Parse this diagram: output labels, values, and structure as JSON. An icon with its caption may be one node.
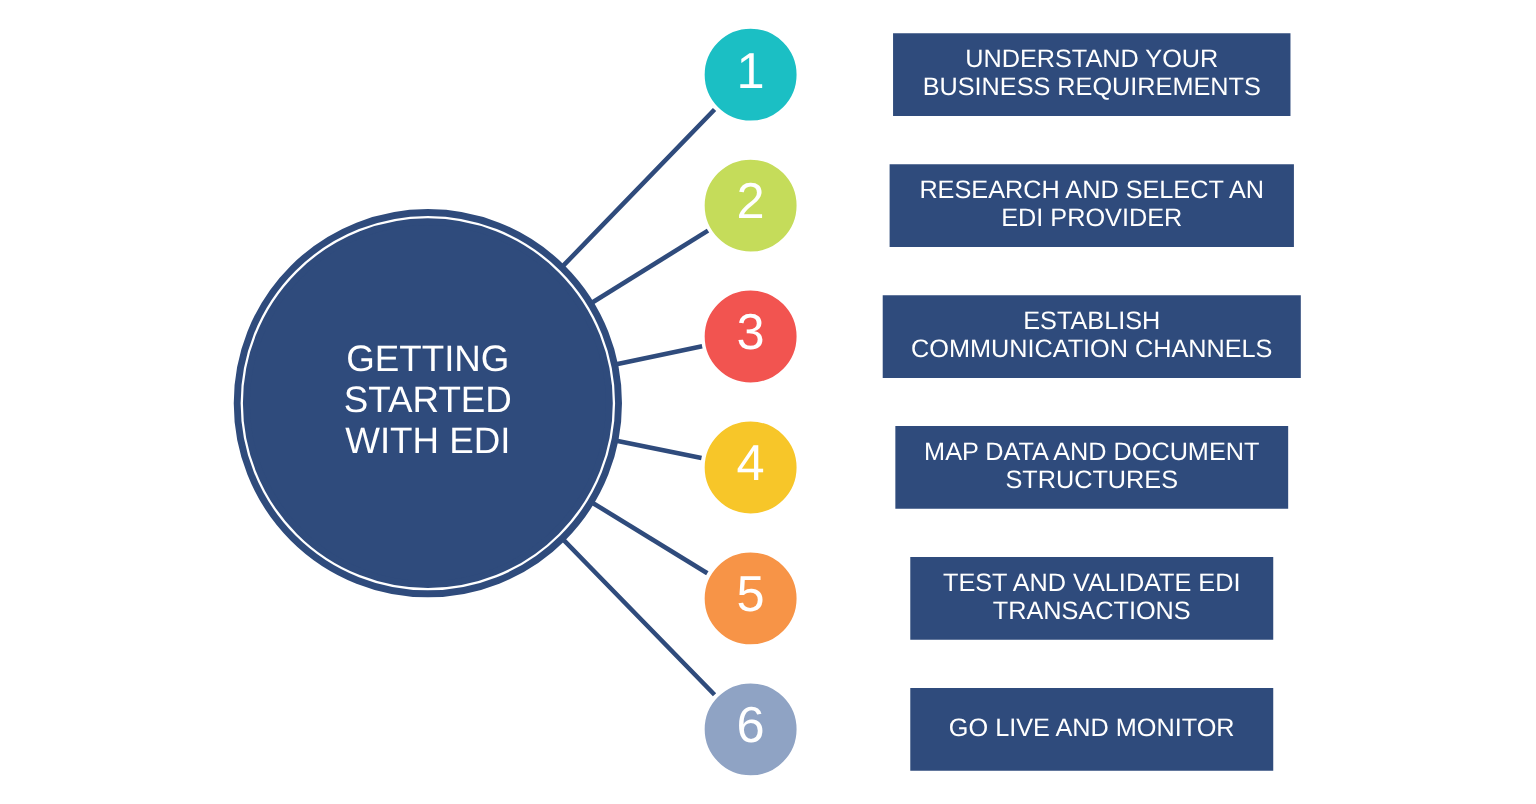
{
  "diagram": {
    "nodes": [
      {
        "text": [
          "GETTING STARTED WITH EDI"
        ]
      },
      {
        "text": [
          "1"
        ]
      },
      {
        "text": [
          "UNDERSTAND YOUR BUSINESS REQUIREMENTS"
        ]
      },
      {
        "text": [
          "2"
        ]
      },
      {
        "text": [
          "RESEARCH AND SELECT AN EDI PROVIDER"
        ]
      },
      {
        "text": [
          "3"
        ]
      },
      {
        "text": [
          "ESTABLISH COMMUNICATION CHANNELS"
        ]
      },
      {
        "text": [
          "4"
        ]
      },
      {
        "text": [
          "MAP DATA AND DOCUMENT STRUCTURES"
        ]
      },
      {
        "text": [
          "5"
        ]
      },
      {
        "text": [
          "TEST AND VALIDATE EDI TRANSACTIONS"
        ]
      },
      {
        "text": [
          "6"
        ]
      },
      {
        "text": [
          "GO LIVE AND MONITOR"
        ]
      }
    ],
    "edges": [
      {
        "from": 0,
        "to": 1,
        "arrow": "none"
      },
      {
        "from": 0,
        "to": 3,
        "arrow": "none"
      },
      {
        "from": 0,
        "to": 5,
        "arrow": "none"
      },
      {
        "from": 0,
        "to": 7,
        "arrow": "none"
      },
      {
        "from": 0,
        "to": 9,
        "arrow": "none"
      },
      {
        "from": 0,
        "to": 11,
        "arrow": "none"
      }
    ]
  }
}
